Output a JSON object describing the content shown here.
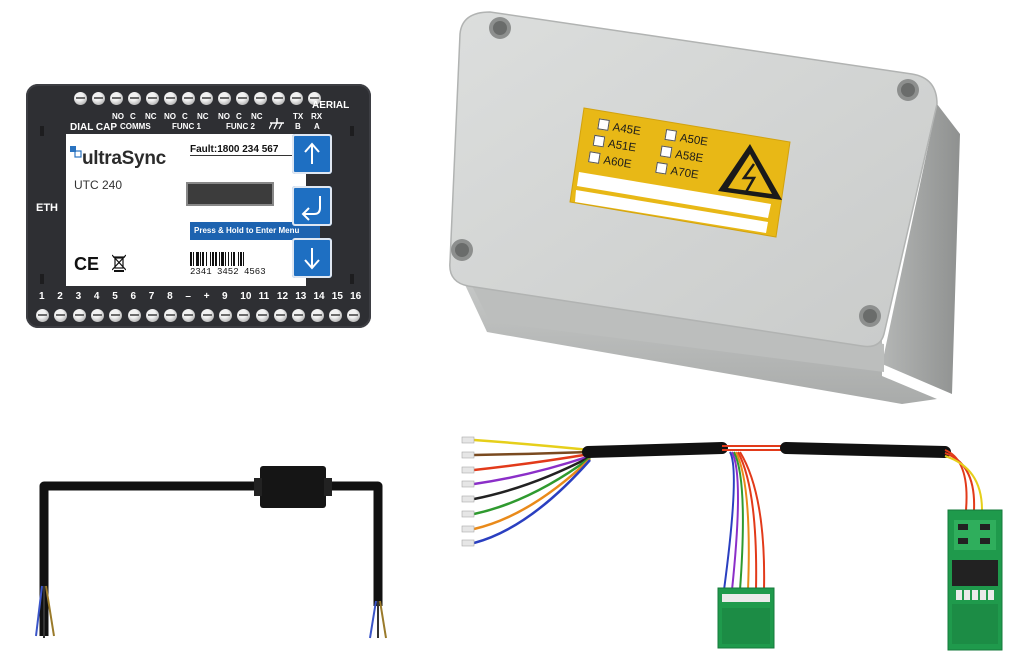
{
  "device": {
    "brand": "ultraSync",
    "model": "UTC 240",
    "fault_label": "Fault:1800 234 567",
    "menu_hint": "Press & Hold to Enter Menu",
    "ce_mark": "CE",
    "serial_number": "2341 3452 4563",
    "port_label": "ETH",
    "aerial_label": "AERIAL",
    "top_labels": {
      "dial_cap": "DIAL CAP",
      "no1": "NO",
      "c1": "C",
      "nc1": "NC",
      "comms": "COMMS",
      "no2": "NO",
      "c2": "C",
      "nc2": "NC",
      "func1": "FUNC 1",
      "no3": "NO",
      "c3": "C",
      "nc3": "NC",
      "func2": "FUNC 2",
      "tx": "TX",
      "b": "B",
      "rx": "RX",
      "a": "A"
    },
    "bottom_numbers": [
      "1",
      "2",
      "3",
      "4",
      "5",
      "6",
      "7",
      "8",
      "–",
      "+",
      "9",
      "10",
      "11",
      "12",
      "13",
      "14",
      "15",
      "16"
    ],
    "buttons": [
      "arrow-up-icon",
      "enter-icon",
      "arrow-down-icon"
    ]
  },
  "enclosure": {
    "label_items": [
      "A45E",
      "A50E",
      "A51E",
      "A58E",
      "A60E",
      "A70E"
    ],
    "label_color": "#e8b816",
    "warning_icon": "high-voltage-icon"
  },
  "colors": {
    "device_body": "#2e2f33",
    "button_blue": "#1e6fc2",
    "pcb_green": "#1f9a4c"
  }
}
